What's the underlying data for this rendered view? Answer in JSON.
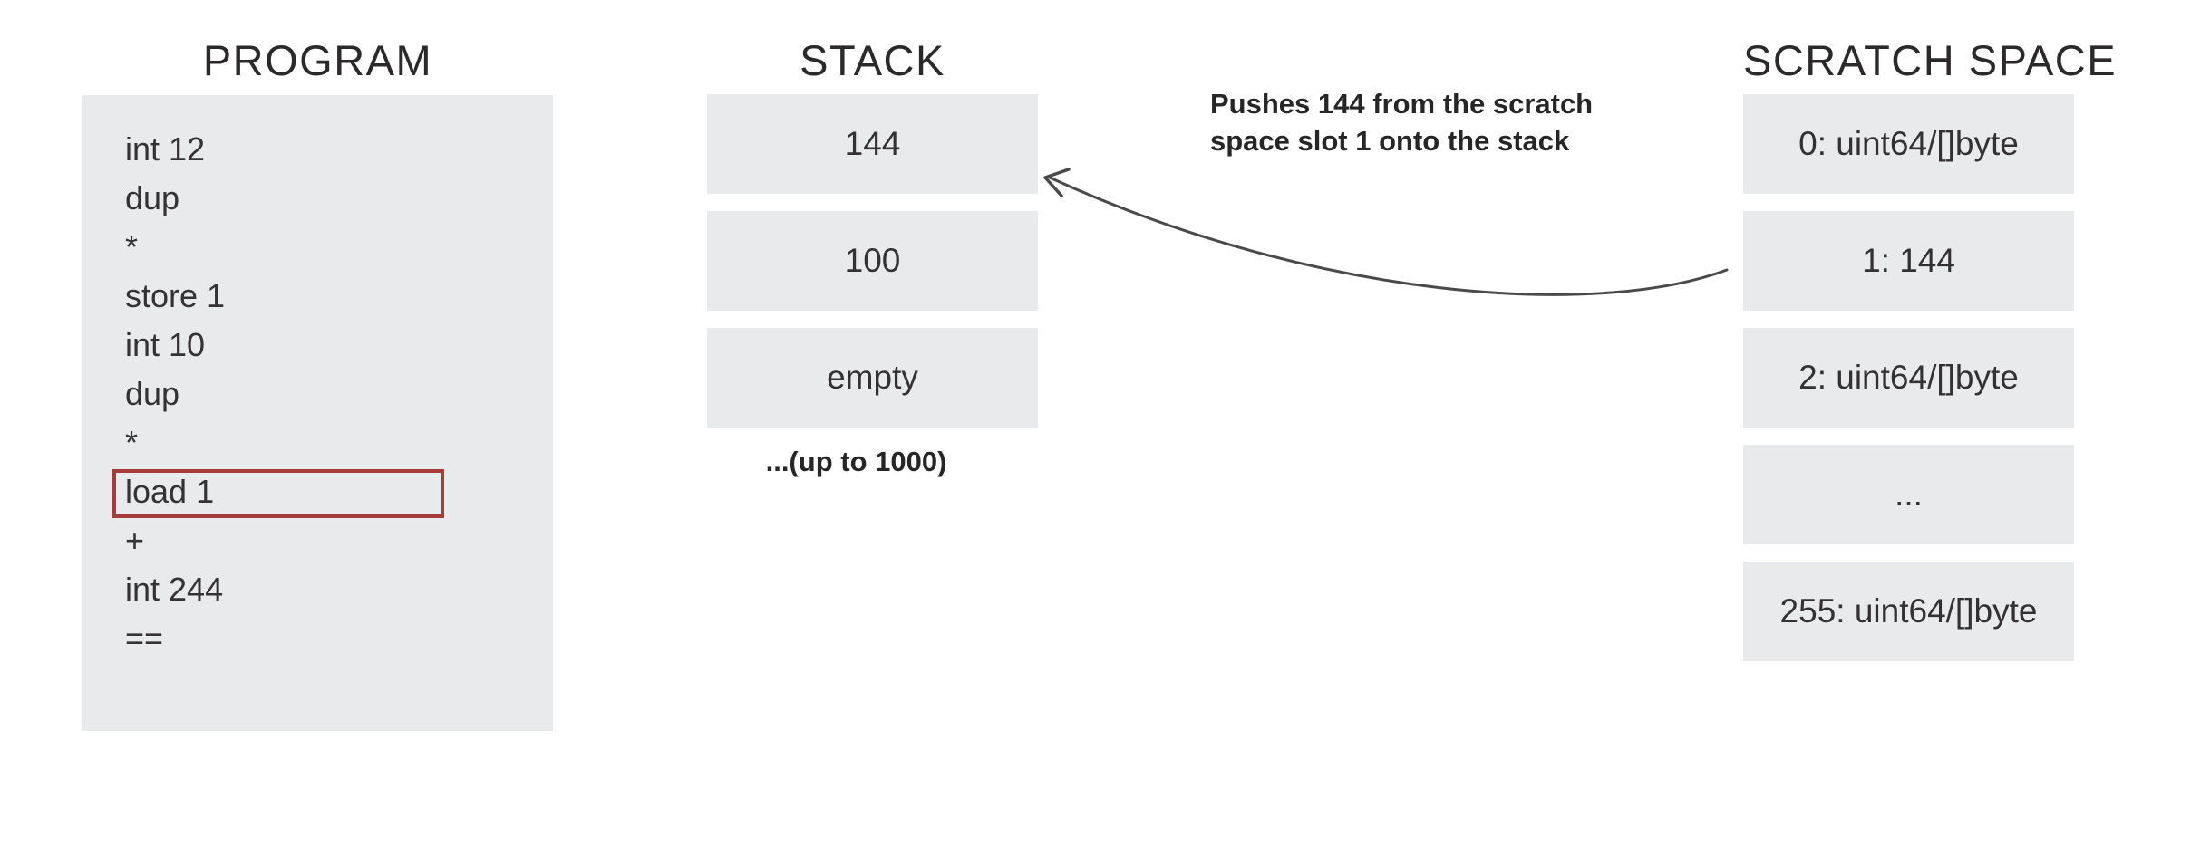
{
  "program": {
    "title": "PROGRAM",
    "instructions": [
      "int 12",
      "dup",
      "*",
      "store 1",
      "int 10",
      "dup",
      "*",
      "load 1",
      "+",
      "int 244",
      "=="
    ],
    "highlighted_instruction": "load 1"
  },
  "stack": {
    "title": "STACK",
    "slots": [
      "144",
      "100",
      "empty"
    ],
    "caption": "...(up to 1000)"
  },
  "scratch_space": {
    "title": "SCRATCH SPACE",
    "slots": [
      "0: uint64/[]byte",
      "1: 144",
      "2: uint64/[]byte",
      "...",
      "255: uint64/[]byte"
    ]
  },
  "annotation": {
    "line1": "Pushes 144 from the scratch",
    "line2": "space slot 1 onto the stack"
  },
  "colors": {
    "box_fill": "#e8eaec",
    "highlight_border": "#a63c39",
    "text": "#2e2c2d",
    "arrow": "#4a4a4a"
  }
}
